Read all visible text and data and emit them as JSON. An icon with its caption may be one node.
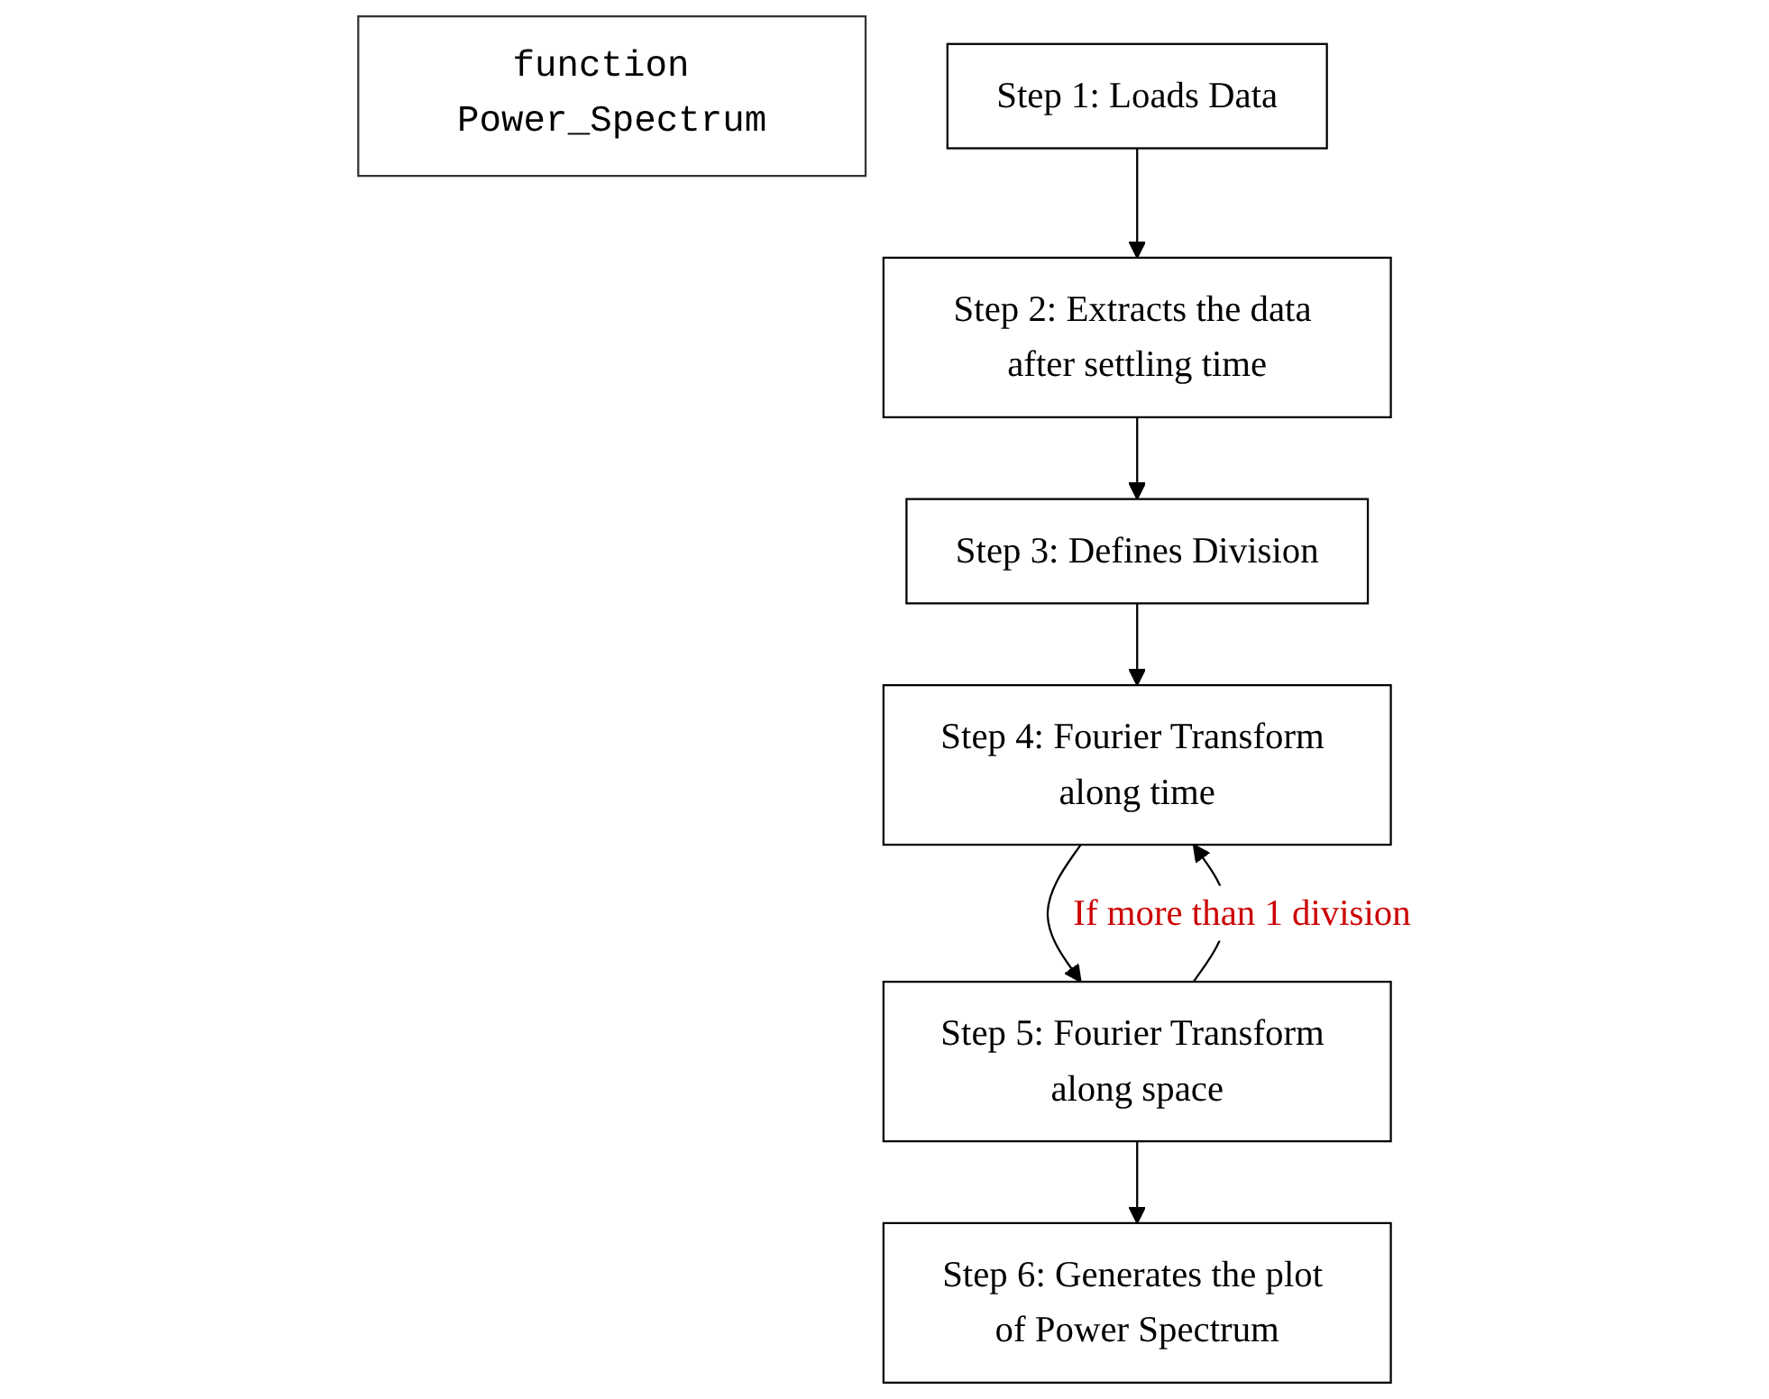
{
  "diagram": {
    "nodes": [
      {
        "text": [
          "function Power_Spectrum"
        ]
      },
      {
        "text": [
          "Step 1: Loads Data"
        ]
      },
      {
        "text": [
          "Step 2: Extracts the data after settling time"
        ]
      },
      {
        "text": [
          "Step 3: Defines Division"
        ]
      },
      {
        "text": [
          "Step 4: Fourier Transform along time"
        ]
      },
      {
        "text": [
          "Step 5: Fourier Transform along space"
        ]
      },
      {
        "text": [
          "Step 6: Generates the plot of Power Spectrum"
        ]
      }
    ],
    "edges": [
      {
        "from": 1,
        "to": 2,
        "arrow": "to"
      },
      {
        "from": 2,
        "to": 3,
        "arrow": "to"
      },
      {
        "from": 3,
        "to": 4,
        "arrow": "to"
      },
      {
        "from": 4,
        "to": 5,
        "arrow": "to"
      },
      {
        "from": 5,
        "to": 4,
        "arrow": "to",
        "label": "If more than 1 division"
      },
      {
        "from": 5,
        "to": 6,
        "arrow": "to"
      }
    ]
  }
}
